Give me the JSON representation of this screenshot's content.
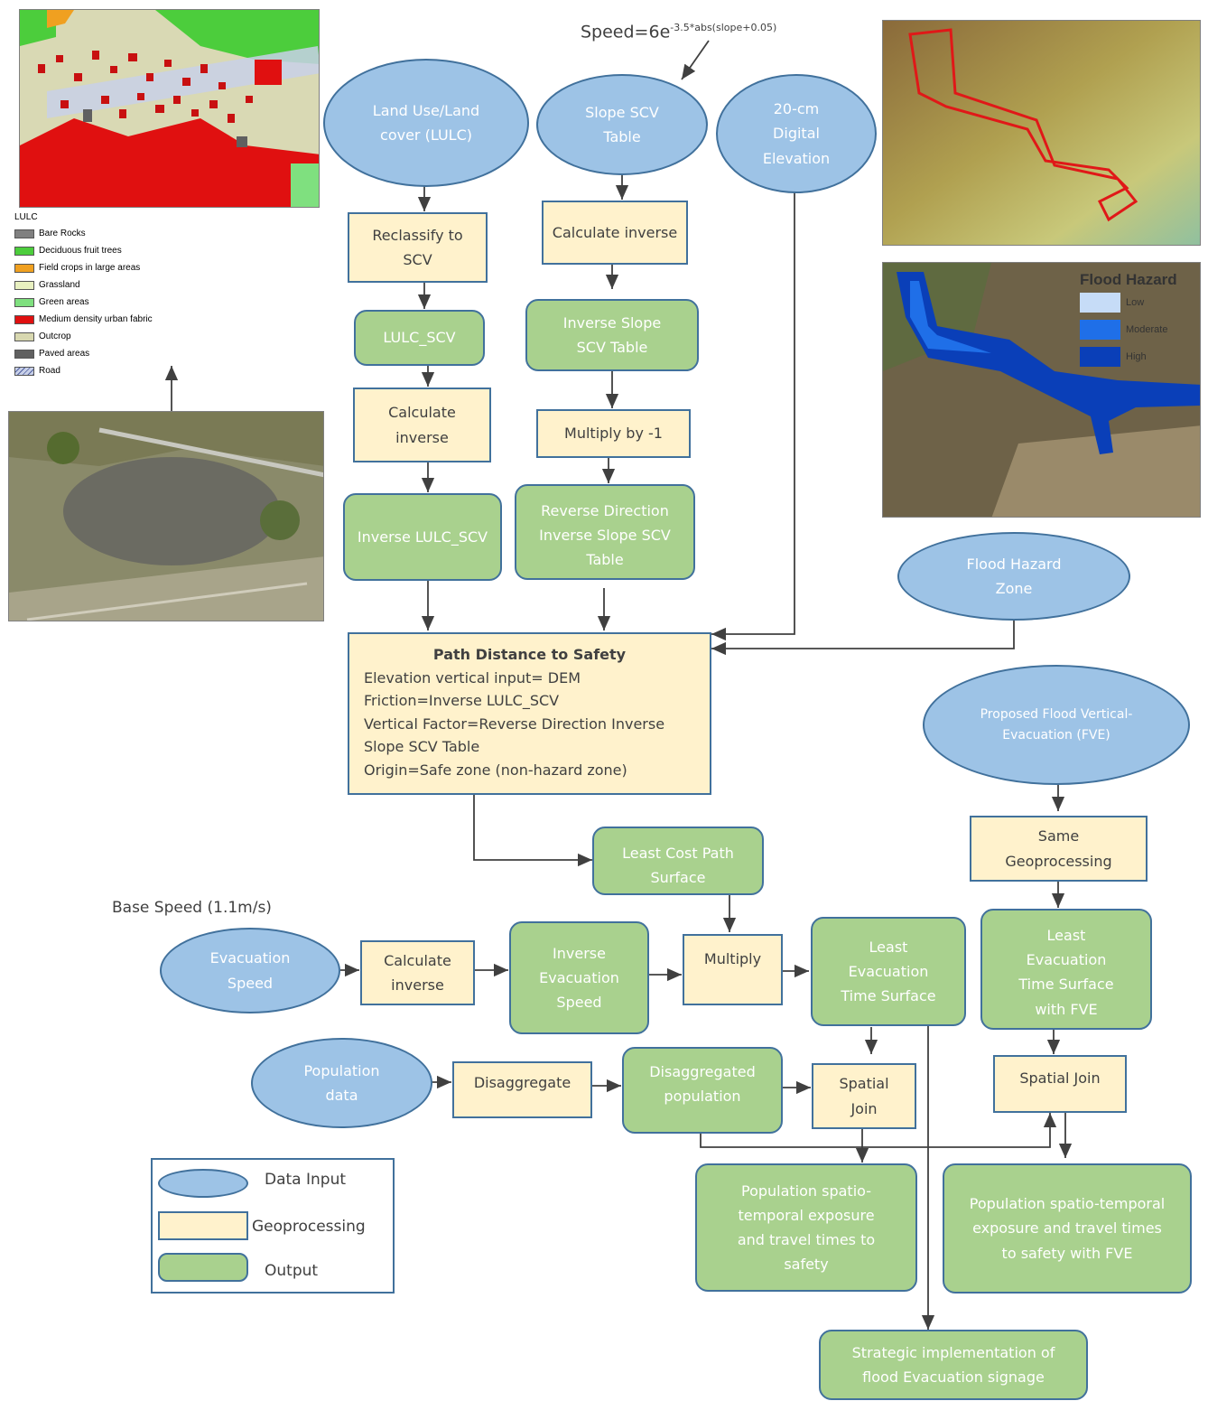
{
  "formula": {
    "prefix": "Speed=6e",
    "exponent": "-3.5*abs(slope+0.05)"
  },
  "base_speed_label": "Base Speed (1.1m/s)",
  "nodes": {
    "lulc_input": "Land Use/Land cover (LULC)",
    "slope_scv_table": "Slope SCV Table",
    "dem_input": "20-cm Digital Elevation",
    "reclassify": "Reclassify to SCV",
    "lulc_scv": "LULC_SCV",
    "calc_inverse_1": "Calculate inverse",
    "inverse_lulc_scv": "Inverse LULC_SCV",
    "calc_inverse_2": "Calculate inverse",
    "inverse_slope_scv": "Inverse Slope SCV Table",
    "multiply_neg1": "Multiply by -1",
    "reverse_direction": "Reverse Direction Inverse Slope SCV Table",
    "flood_hazard_zone": "Flood Hazard Zone",
    "proposed_fve": "Proposed Flood Vertical-Evacuation (FVE)",
    "same_geoprocessing": "Same Geoprocessing",
    "least_cost_path": "Least Cost Path Surface",
    "evacuation_speed": "Evacuation Speed",
    "calc_inverse_3": "Calculate inverse",
    "inverse_evac_speed": "Inverse Evacuation Speed",
    "multiply": "Multiply",
    "least_evac_time": "Least Evacuation Time Surface",
    "least_evac_time_fve": "Least Evacuation Time Surface with FVE",
    "population_data": "Population data",
    "disaggregate": "Disaggregate",
    "disaggregated_population": "Disaggregated population",
    "spatial_join_1": "Spatial Join",
    "spatial_join_2": "Spatial Join",
    "pop_exposure": "Population spatio-temporal exposure and travel times to safety",
    "pop_exposure_fve": "Population spatio-temporal exposure and travel times to safety with FVE",
    "signage": "Strategic implementation of flood Evacuation signage"
  },
  "path_distance": {
    "title": "Path Distance to Safety",
    "lines": [
      "Elevation vertical input= DEM",
      "Friction=Inverse LULC_SCV",
      "Vertical Factor=Reverse Direction Inverse",
      "Slope SCV Table",
      "Origin=Safe zone (non-hazard zone)"
    ]
  },
  "key": {
    "data_input": "Data Input",
    "geoprocessing": "Geoprocessing",
    "output": "Output"
  },
  "lulc_legend": {
    "title": "LULC",
    "items": [
      {
        "label": "Bare Rocks",
        "color": "#808080"
      },
      {
        "label": "Deciduous fruit trees",
        "color": "#4ccd3c"
      },
      {
        "label": "Field crops in large areas",
        "color": "#f0a020"
      },
      {
        "label": "Grassland",
        "color": "#e8f0c0"
      },
      {
        "label": "Green areas",
        "color": "#7fe07f"
      },
      {
        "label": "Medium density urban fabric",
        "color": "#e01010"
      },
      {
        "label": "Outcrop",
        "color": "#d8d8b0"
      },
      {
        "label": "Paved areas",
        "color": "#606060"
      },
      {
        "label": "Road",
        "color": "#c8d0e8"
      }
    ]
  },
  "flood_legend": {
    "title": "Flood Hazard",
    "items": [
      {
        "label": "Low",
        "color": "#c6dcf7"
      },
      {
        "label": "Moderate",
        "color": "#1f6fe8"
      },
      {
        "label": "High",
        "color": "#0a3fb8"
      }
    ]
  }
}
